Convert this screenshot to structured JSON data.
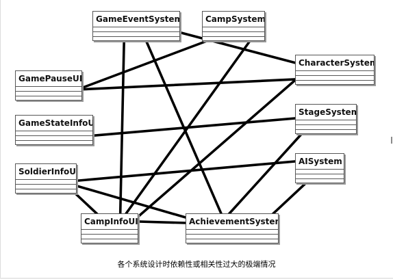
{
  "diagram": {
    "classes": [
      {
        "id": "GameEventSystem",
        "label": "GameEventSystem"
      },
      {
        "id": "CampSystem",
        "label": "CampSystem"
      },
      {
        "id": "CharacterSystem",
        "label": "CharacterSystem"
      },
      {
        "id": "GamePauseUI",
        "label": "GamePauseUI"
      },
      {
        "id": "StageSystem",
        "label": "StageSystem"
      },
      {
        "id": "GameStateInfoUI",
        "label": "GameStateInfoUI"
      },
      {
        "id": "AISystem",
        "label": "AISystem"
      },
      {
        "id": "SoldierInfoUI",
        "label": "SoldierInfoUI"
      },
      {
        "id": "CampInfoUI",
        "label": "CampInfoUI"
      },
      {
        "id": "AchievementSystem",
        "label": "AchievementSystem"
      }
    ],
    "dependencies": [
      {
        "from": "GameEventSystem",
        "to": "CampInfoUI"
      },
      {
        "from": "GameEventSystem",
        "to": "AchievementSystem"
      },
      {
        "from": "GameEventSystem",
        "to": "CharacterSystem"
      },
      {
        "from": "CampSystem",
        "to": "GamePauseUI"
      },
      {
        "from": "CampSystem",
        "to": "CampInfoUI"
      },
      {
        "from": "GamePauseUI",
        "to": "CharacterSystem"
      },
      {
        "from": "CharacterSystem",
        "to": "CampInfoUI"
      },
      {
        "from": "GameStateInfoUI",
        "to": "StageSystem"
      },
      {
        "from": "StageSystem",
        "to": "AchievementSystem"
      },
      {
        "from": "SoldierInfoUI",
        "to": "AISystem"
      },
      {
        "from": "SoldierInfoUI",
        "to": "AchievementSystem"
      },
      {
        "from": "CampInfoUI",
        "to": "AchievementSystem"
      },
      {
        "from": "AchievementSystem",
        "to": "AISystem"
      }
    ]
  },
  "caption": "各个系统设计时依赖性或相关性过大的极端情况"
}
